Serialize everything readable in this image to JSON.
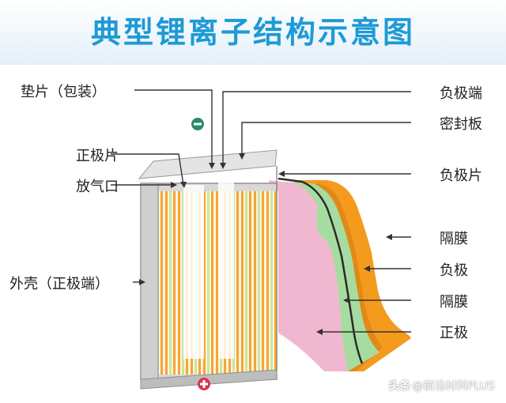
{
  "title": "典型锂离子结构示意图",
  "labels": {
    "gasket": "垫片（包装）",
    "positive_tab": "正极片",
    "vent": "放气口",
    "shell": "外壳（正极端）",
    "negative_terminal": "负极端",
    "seal_plate": "密封板",
    "negative_tab": "负极片",
    "separator_1": "隔膜",
    "negative_electrode": "负极",
    "separator_2": "隔膜",
    "positive_electrode": "正极"
  },
  "terminal_symbols": {
    "negative": "−",
    "positive": "+"
  },
  "watermark": {
    "icon": "头条",
    "text": "@前沿材料PLUS"
  },
  "colors": {
    "title": "#1e9ad6",
    "shell": "#d8d8d8",
    "positive_layer": "#f0b8d0",
    "negative_layer": "#f49b1e",
    "separator": "#a7dca0",
    "stripe_orange": "#f5a43c",
    "stripe_green": "#c6e6a6",
    "terminal_negative": "#2a8a6e",
    "terminal_positive": "#d8344e"
  }
}
